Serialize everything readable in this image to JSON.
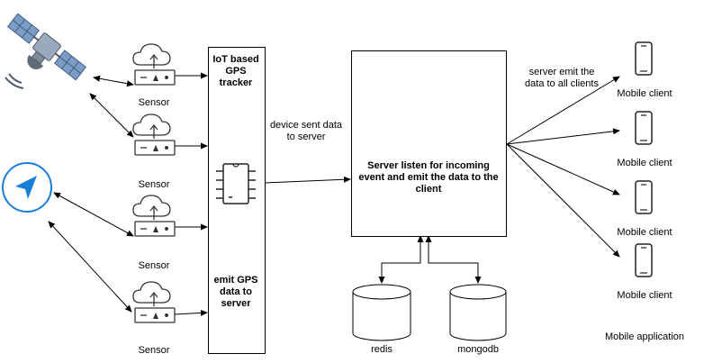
{
  "sensors": [
    {
      "label": "Sensor"
    },
    {
      "label": "Sensor"
    },
    {
      "label": "Sensor"
    },
    {
      "label": "Sensor"
    }
  ],
  "tracker": {
    "title": "IoT based GPS tracker",
    "emit_text": "emit GPS data to server"
  },
  "edge_device_to_server": "device sent data to server",
  "server": {
    "title": "Server listen for incoming event and emit the data to the client"
  },
  "databases": [
    {
      "label": "redis"
    },
    {
      "label": "mongodb"
    }
  ],
  "edge_server_to_clients": "server emit the data to all clients",
  "clients": [
    {
      "label": "Mobile client"
    },
    {
      "label": "Mobile client"
    },
    {
      "label": "Mobile client"
    },
    {
      "label": "Mobile client"
    }
  ],
  "clients_group_label": "Mobile application",
  "icons": {
    "satellite": "satellite-icon",
    "navigation": "navigation-arrow-icon",
    "sensor": "cloud-upload-sensor-icon",
    "chip": "microchip-icon",
    "server": "server-globe-icon",
    "database": "database-cylinder-icon",
    "phone": "mobile-phone-icon"
  },
  "colors": {
    "line": "#000000",
    "icon_stroke": "#2b2b2b",
    "nav_blue": "#1a7fd9",
    "satellite_blue": "#5a7fa8",
    "server_blue": "#2f6fc7",
    "globe_orange": "#f29a2e"
  }
}
